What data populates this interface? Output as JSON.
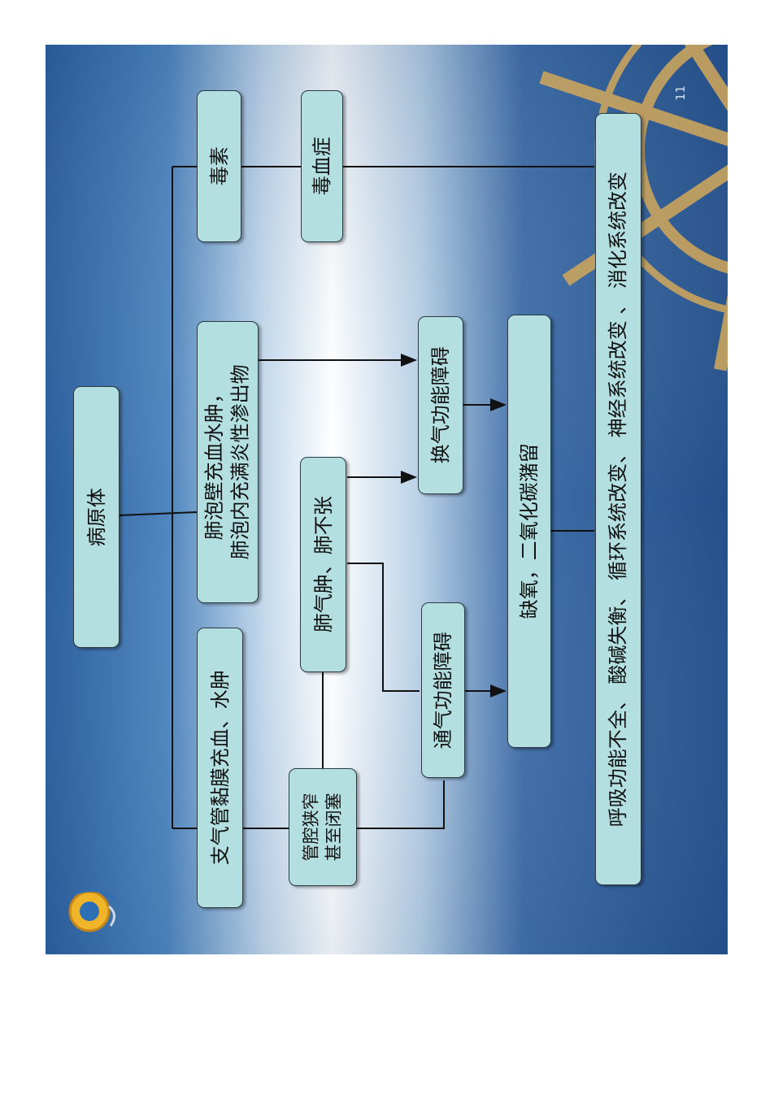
{
  "page_number": "11",
  "colors": {
    "node_fill": "#b3dfe0",
    "node_border": "#2c3a44",
    "line": "#111111"
  },
  "nodes": {
    "pathogen": "病原体",
    "toxin": "毒素",
    "toxemia": "毒血症",
    "alveolar_lines": [
      "肺泡壁充血水肿，",
      "肺泡内充满炎性渗出物"
    ],
    "bronchial": "支气管黏膜充血、水肿",
    "narrow_lines": [
      "管腔狭窄",
      "甚至闭塞"
    ],
    "emphysema": "肺气肿、肺不张",
    "gas_exchange": "换气功能障碍",
    "ventilation": "通气功能障碍",
    "hypoxia": "缺氧，二氧化碳潴留",
    "outcome": "呼吸功能不全、 酸碱失衡、 循环系统改变、 神经系统改变 、 消化系统改变"
  }
}
